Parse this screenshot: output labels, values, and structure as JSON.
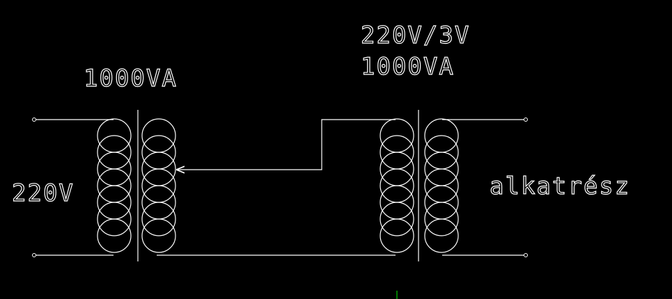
{
  "colors": {
    "background": "#000000",
    "stroke": "#ffffff",
    "cursor": "#00cc00"
  },
  "labels": {
    "variac_rating": "1000VA",
    "input_voltage": "220V",
    "transformer_ratio": "220V/3V",
    "transformer_rating": "1000VA",
    "load": "alkatrész"
  }
}
